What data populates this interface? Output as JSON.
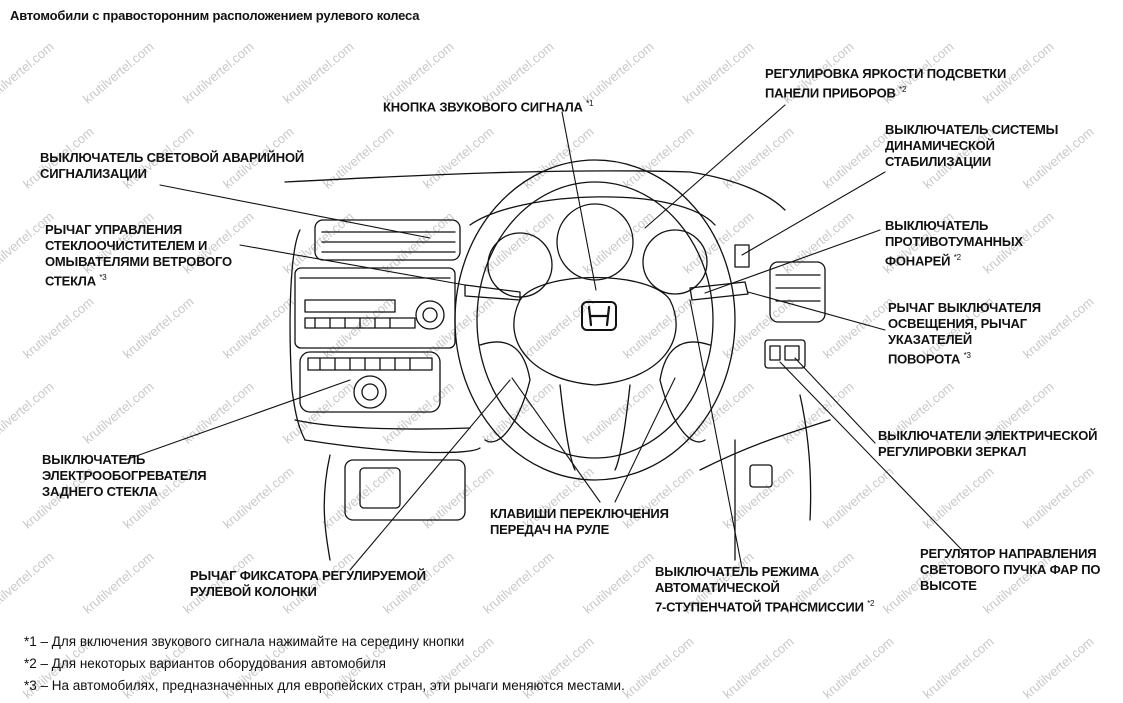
{
  "title": "Автомобили с правосторонним расположением рулевого колеса",
  "labels": {
    "horn": {
      "text": "КНОПКА ЗВУКОВОГО СИГНАЛА",
      "mark": "*1"
    },
    "brightness": {
      "line1": "РЕГУЛИРОВКА ЯРКОСТИ ПОДСВЕТКИ",
      "line2": "ПАНЕЛИ ПРИБОРОВ",
      "mark": "*2"
    },
    "hazard": {
      "line1": "ВЫКЛЮЧАТЕЛЬ СВЕТОВОЙ АВАРИЙНОЙ",
      "line2": "СИГНАЛИЗАЦИИ"
    },
    "vsa": {
      "line1": "ВЫКЛЮЧАТЕЛЬ СИСТЕМЫ",
      "line2": "ДИНАМИЧЕСКОЙ",
      "line3": "СТАБИЛИЗАЦИИ"
    },
    "wiper": {
      "line1": "РЫЧАГ УПРАВЛЕНИЯ",
      "line2": "СТЕКЛООЧИСТИТЕЛЕМ И",
      "line3": "ОМЫВАТЕЛЯМИ ВЕТРОВОГО",
      "line4": "СТЕКЛА",
      "mark": "*3"
    },
    "fog": {
      "line1": "ВЫКЛЮЧАТЕЛЬ",
      "line2": "ПРОТИВОТУМАННЫХ",
      "line3": "ФОНАРЕЙ",
      "mark": "*2"
    },
    "lights": {
      "line1": "РЫЧАГ ВЫКЛЮЧАТЕЛЯ",
      "line2": "ОСВЕЩЕНИЯ, РЫЧАГ",
      "line3": "УКАЗАТЕЛЕЙ",
      "line4": "ПОВОРОТА",
      "mark": "*3"
    },
    "mirrors": {
      "line1": "ВЫКЛЮЧАТЕЛИ ЭЛЕКТРИЧЕСКОЙ",
      "line2": "РЕГУЛИРОВКИ ЗЕРКАЛ"
    },
    "defrost": {
      "line1": "ВЫКЛЮЧАТЕЛЬ",
      "line2": "ЭЛЕКТРООБОГРЕВАТЕЛЯ",
      "line3": "ЗАДНЕГО СТЕКЛА"
    },
    "paddles": {
      "line1": "КЛАВИШИ ПЕРЕКЛЮЧЕНИЯ",
      "line2": "ПЕРЕДАЧ НА РУЛЕ"
    },
    "headlight": {
      "line1": "РЕГУЛЯТОР НАПРАВЛЕНИЯ",
      "line2": "СВЕТОВОГО ПУЧКА ФАР ПО",
      "line3": "ВЫСОТЕ"
    },
    "tilt": {
      "line1": "РЫЧАГ ФИКСАТОРА РЕГУЛИРУЕМОЙ",
      "line2": "РУЛЕВОЙ КОЛОНКИ"
    },
    "mode": {
      "line1": "ВЫКЛЮЧАТЕЛЬ РЕЖИМА",
      "line2": "АВТОМАТИЧЕСКОЙ",
      "line3": "7-СТУПЕНЧАТОЙ ТРАНСМИССИИ",
      "mark": "*2"
    }
  },
  "notes": [
    "*1 – Для включения звукового сигнала нажимайте на середину кнопки",
    "*2 – Для некоторых вариантов оборудования автомобиля",
    "*3 – На автомобилях, предназначенных для европейских стран, эти рычаги меняются местами."
  ],
  "watermark": "krutilvertel.com",
  "colors": {
    "ink": "#111111",
    "watermark": "#c9c9c9"
  }
}
